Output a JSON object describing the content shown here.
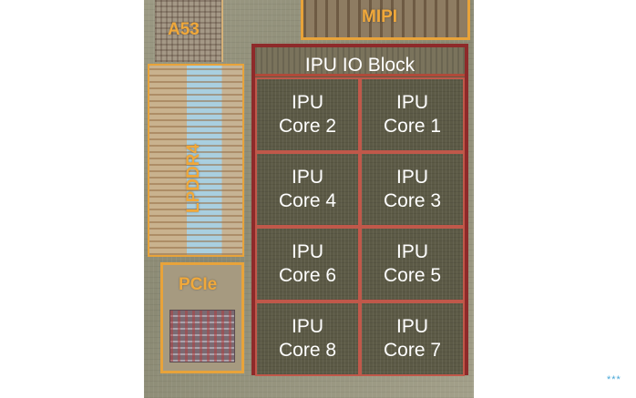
{
  "labels": {
    "a53": "A53",
    "mipi": "MIPI",
    "lpddr4": "LPDDR4",
    "pcie": "PCIe",
    "io_block": "IPU IO Block"
  },
  "cores": [
    {
      "line1": "IPU",
      "line2": "Core 2"
    },
    {
      "line1": "IPU",
      "line2": "Core 1"
    },
    {
      "line1": "IPU",
      "line2": "Core 4"
    },
    {
      "line1": "IPU",
      "line2": "Core 3"
    },
    {
      "line1": "IPU",
      "line2": "Core 6"
    },
    {
      "line1": "IPU",
      "line2": "Core 5"
    },
    {
      "line1": "IPU",
      "line2": "Core 8"
    },
    {
      "line1": "IPU",
      "line2": "Core 7"
    }
  ],
  "corner_mark": "***",
  "colors": {
    "block_outline": "#e8a33a",
    "ipu_outline": "#8e2a2a",
    "core_border": "#c0584a"
  }
}
